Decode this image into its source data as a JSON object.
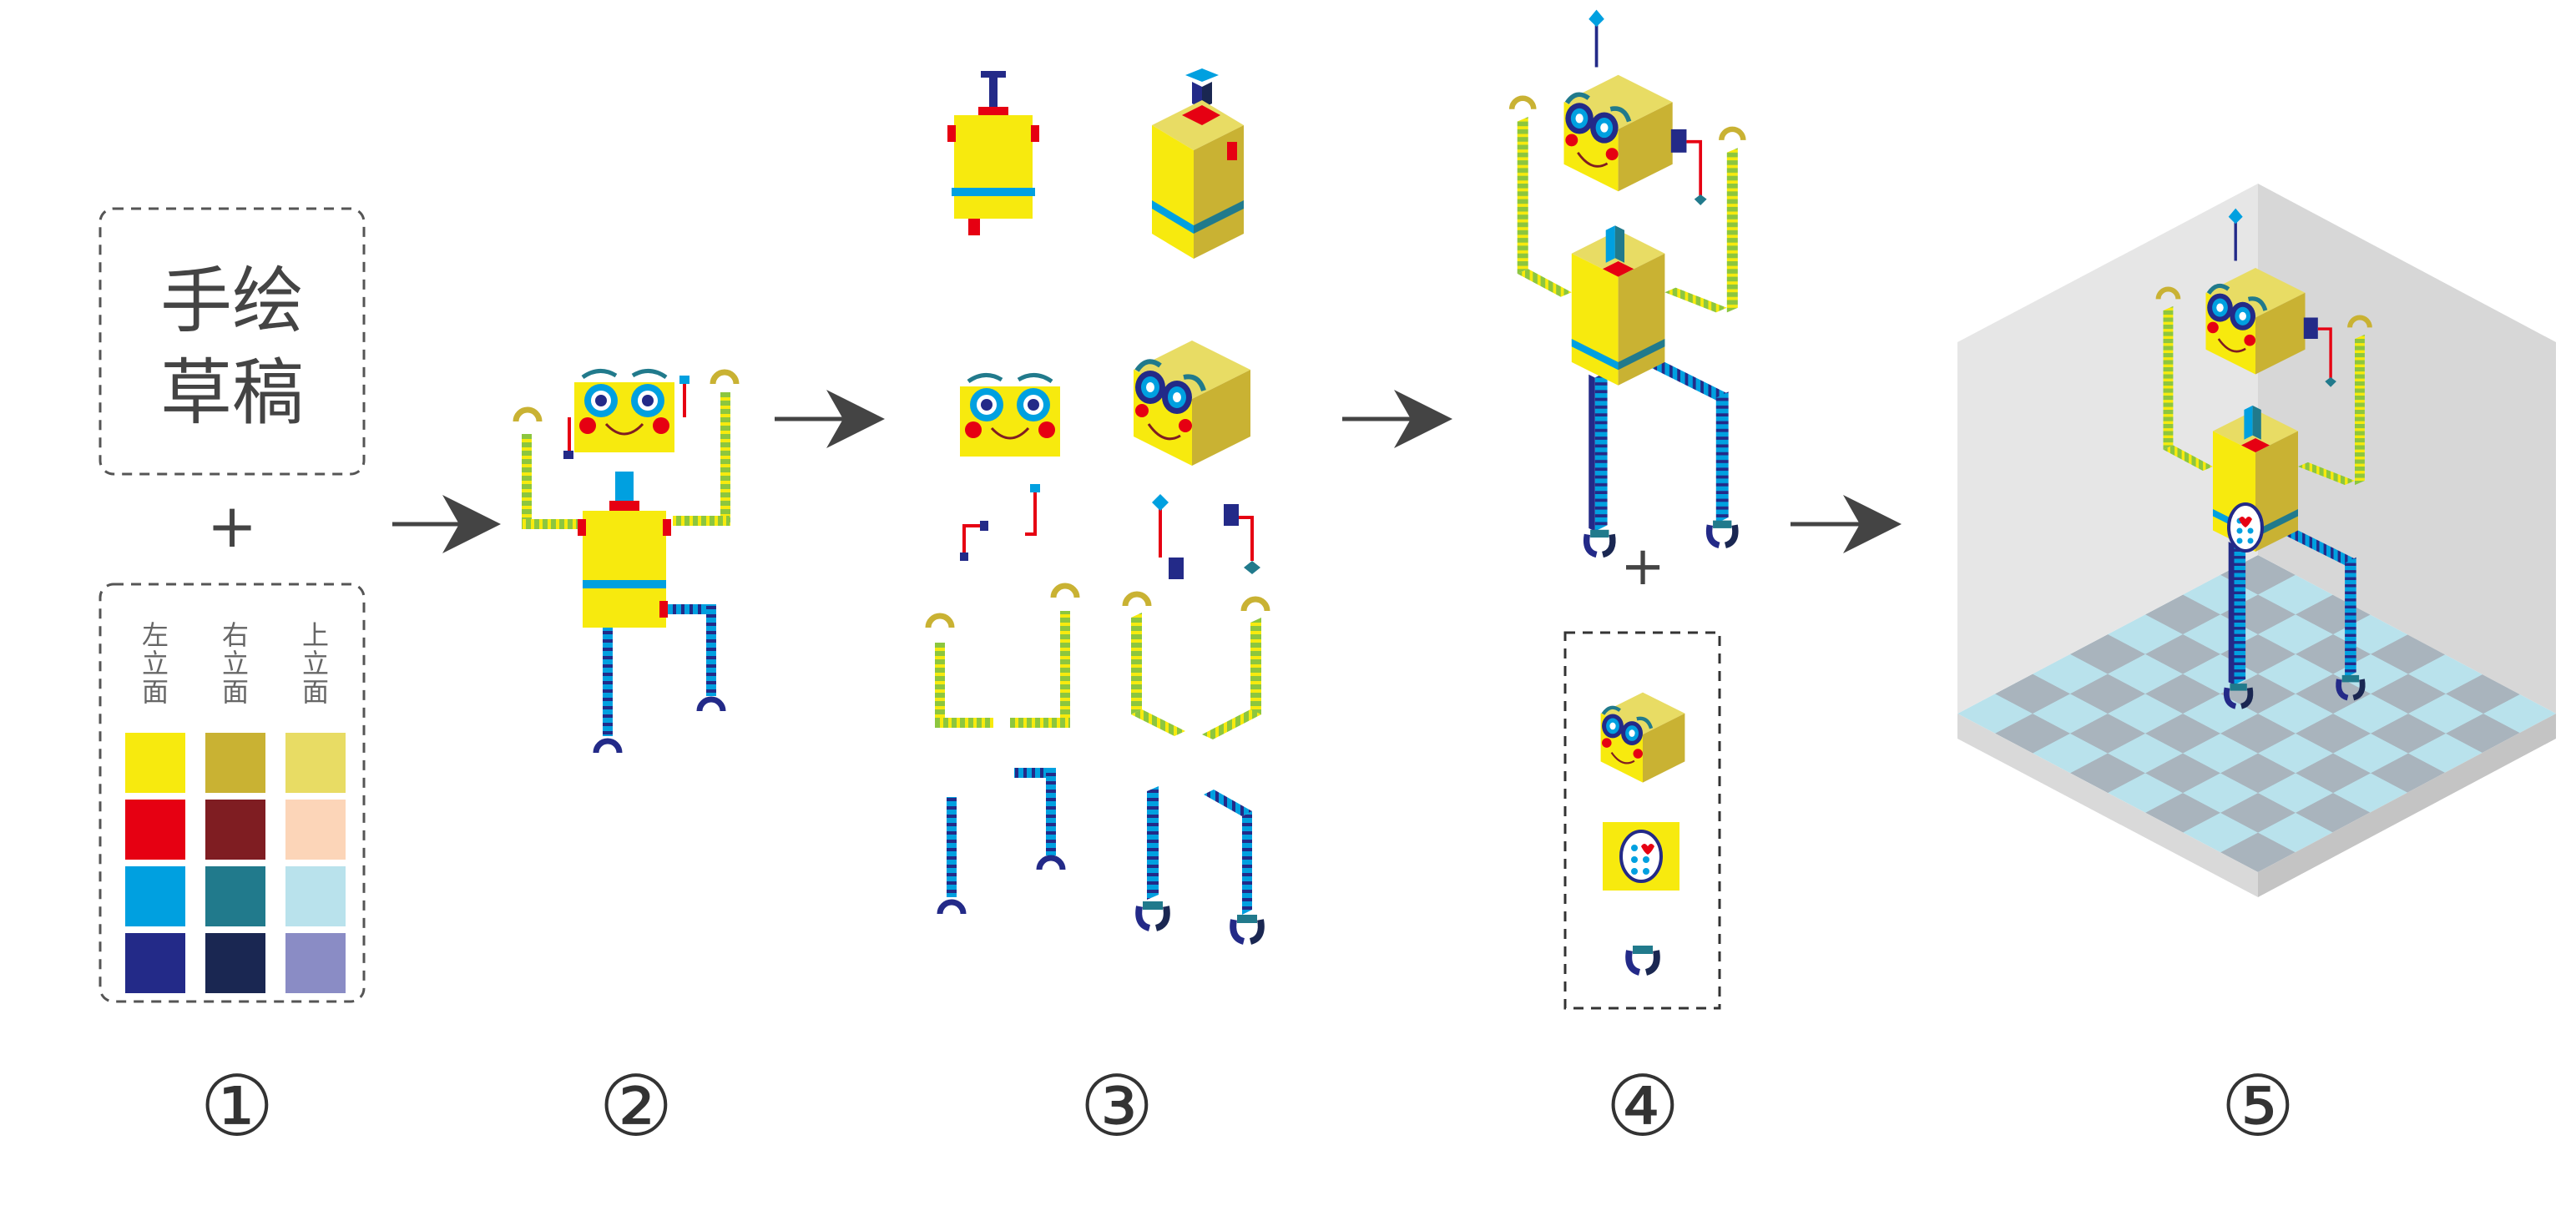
{
  "sketch_box": {
    "line1": "手绘",
    "line2": "草稿"
  },
  "plus_sign": "+",
  "palette": {
    "columns": [
      {
        "label": "左立面",
        "chars": [
          "左",
          "立",
          "面"
        ]
      },
      {
        "label": "右立面",
        "chars": [
          "右",
          "立",
          "面"
        ]
      },
      {
        "label": "上立面",
        "chars": [
          "上",
          "立",
          "面"
        ]
      }
    ],
    "rows": [
      [
        "#f7ea0e",
        "#c9b233",
        "#e8dc64"
      ],
      [
        "#e60012",
        "#7f1d22",
        "#fcd5b8"
      ],
      [
        "#00a0e0",
        "#217a8c",
        "#b9e2ec"
      ],
      [
        "#232a88",
        "#1a2752",
        "#8a8cc5"
      ]
    ]
  },
  "steps": [
    "①",
    "②",
    "③",
    "④",
    "⑤"
  ],
  "colors": {
    "yellow": "#f7ea0e",
    "yellow_right": "#c9b233",
    "yellow_top": "#e8dc64",
    "red": "#e60012",
    "dark_red": "#7f1d22",
    "peach": "#fcd5b8",
    "blue": "#00a0e0",
    "teal": "#217a8c",
    "light_blue": "#b9e2ec",
    "navy": "#232a88",
    "dark_navy": "#1a2752",
    "lavender": "#8a8cc5",
    "green": "#8cc63f",
    "arrow": "#444444",
    "dash": "#555555",
    "floor_a": "#a9b4bd",
    "floor_b": "#b9e2ec"
  },
  "icons": [
    "arrow-right-icon",
    "robot-flat-icon",
    "robot-iso-icon",
    "head-iso-icon",
    "claw-icon",
    "room-icon"
  ]
}
